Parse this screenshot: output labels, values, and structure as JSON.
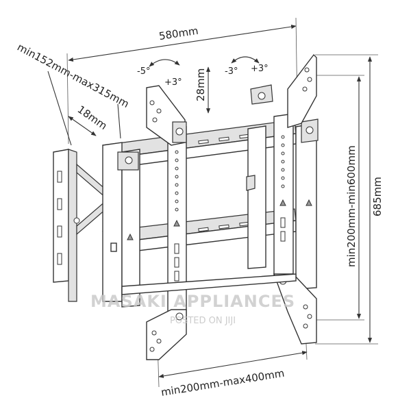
{
  "dimensions": {
    "width_top": "580mm",
    "depth_range": "min152mm-max315mm",
    "offset": "18mm",
    "vertical_travel": "28mm",
    "tilt_left_neg": "-5°",
    "tilt_left_pos": "+3°",
    "tilt_right_neg": "-3°",
    "tilt_right_pos": "+3°",
    "arm_spacing": "min200mm-min600mm",
    "height_total": "685mm",
    "horizontal_range": "min200mm-max400mm"
  },
  "watermark": {
    "main": "MASAKI APPLIANCES",
    "sub": "POSTED ON JIJI"
  },
  "colors": {
    "line": "#333333",
    "fill_grey": "#e2e2e2",
    "watermark": "#c8c8c8"
  }
}
